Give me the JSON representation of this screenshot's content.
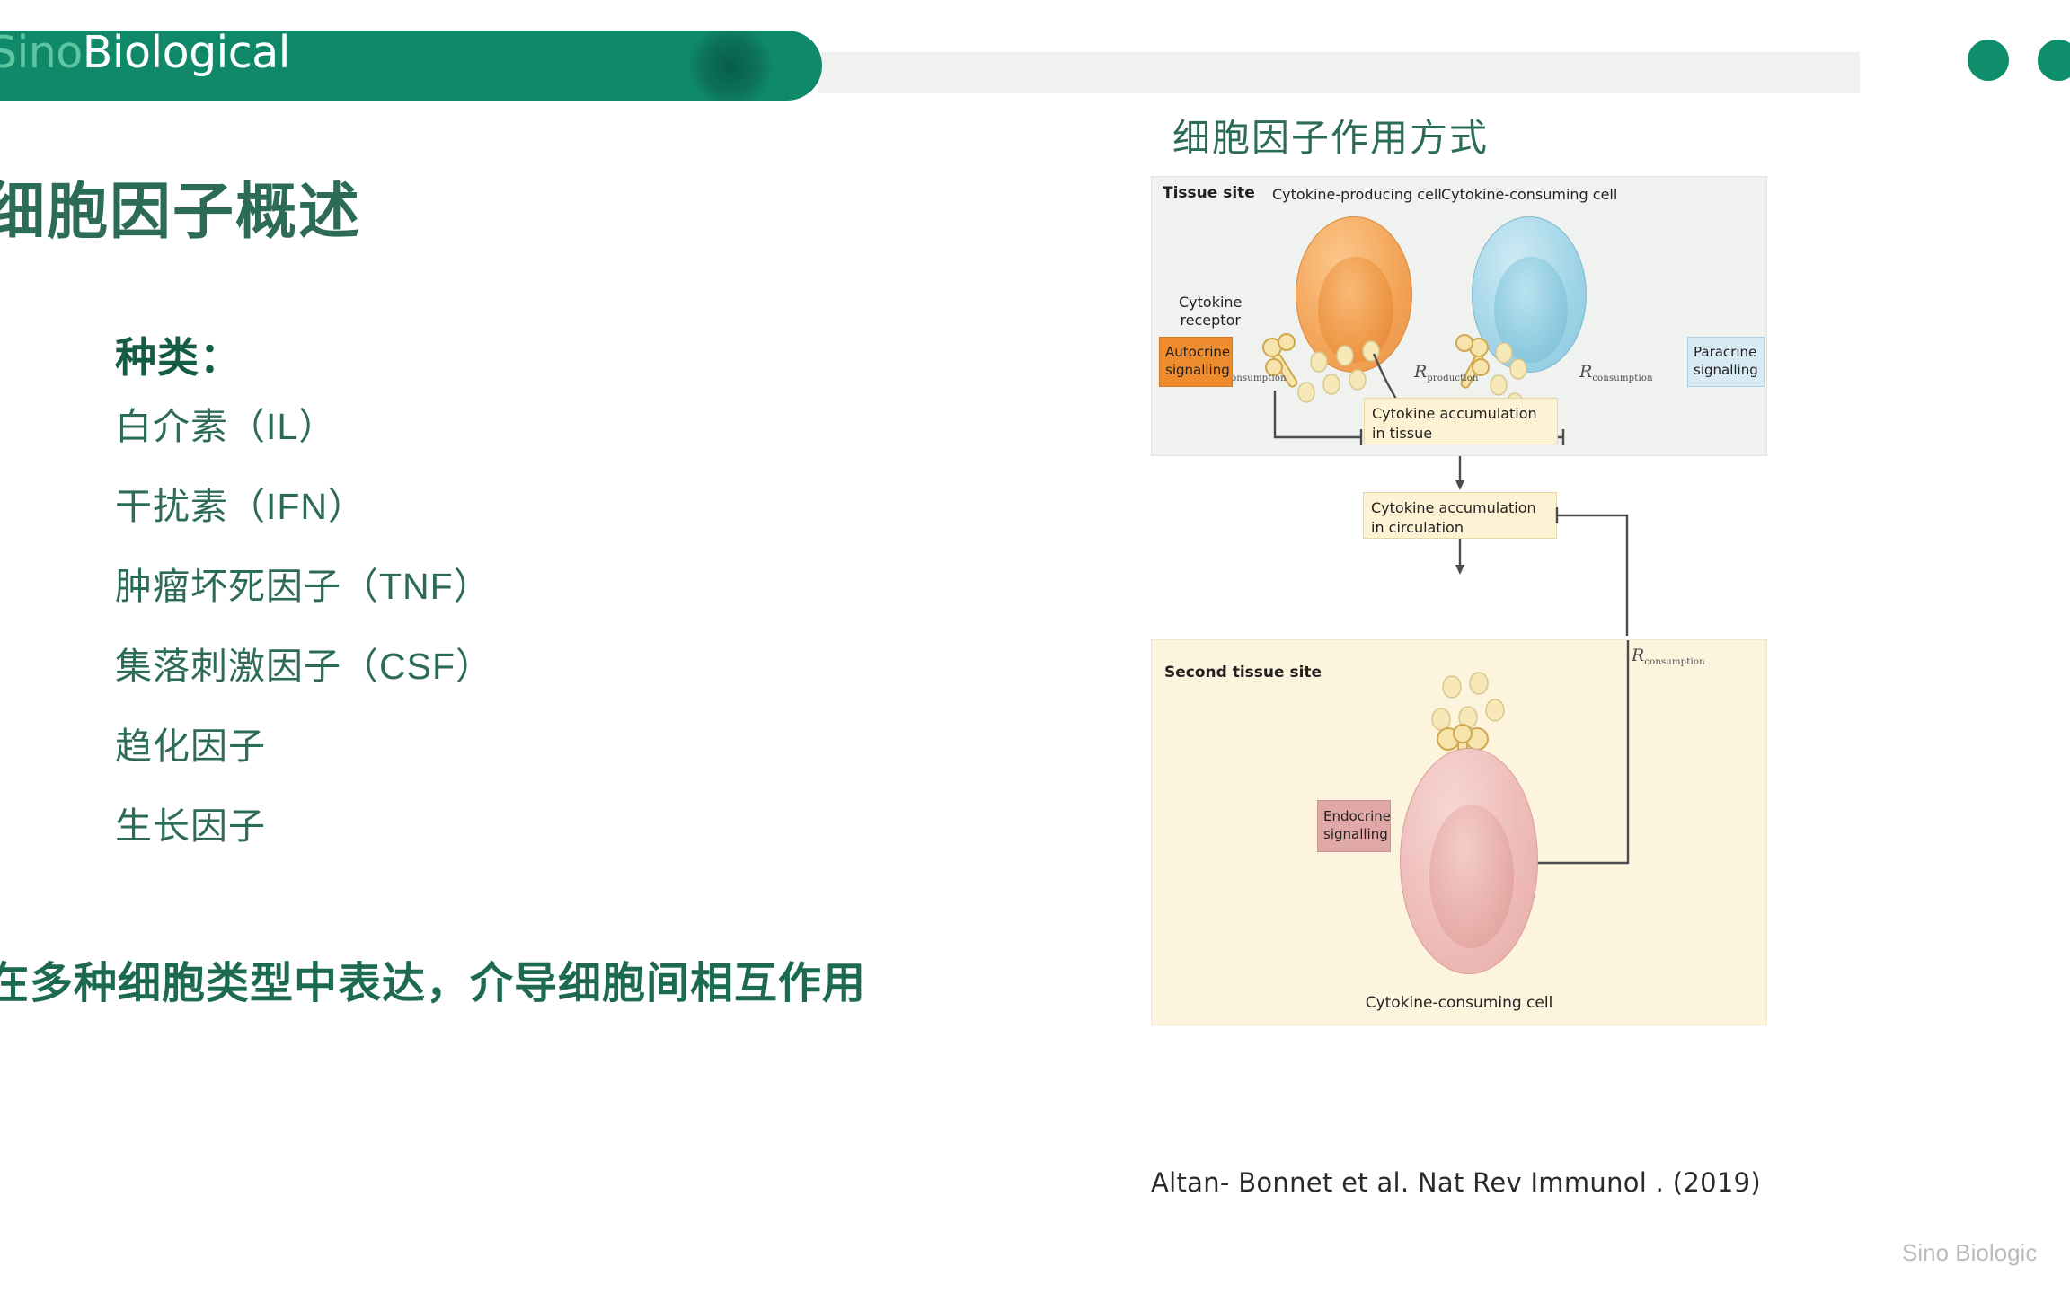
{
  "header": {
    "logo_sino": "Sino",
    "logo_biological": "Biological",
    "brand_color": "#10896b",
    "accent_color": "#5fc6a3"
  },
  "left": {
    "page_title": "细胞因子概述",
    "kinds_label": "种类：",
    "kinds": [
      "白介素（IL）",
      "干扰素（IFN）",
      "肿瘤坏死因子（TNF）",
      "集落刺激因子（CSF）",
      "趋化因子",
      "生长因子"
    ],
    "summary": "在多种细胞类型中表达，介导细胞间相互作用",
    "text_color": "#2c6b58"
  },
  "right": {
    "figure_heading": "细胞因子作用方式",
    "caption": "Altan- Bonnet et al. Nat Rev Immunol . (2019)",
    "figure": {
      "panel_top_label": "Tissue site",
      "panel_bottom_label": "Second tissue site",
      "cell_producing": "Cytokine-producing cell",
      "cell_consuming_top": "Cytokine-consuming cell",
      "cell_consuming_bottom": "Cytokine-consuming cell",
      "receptor_label": "Cytokine\nreceptor",
      "receptor_label_line1": "Cytokine",
      "receptor_label_line2": "receptor",
      "box_autocrine_line1": "Autocrine",
      "box_autocrine_line2": "signalling",
      "box_paracrine_line1": "Paracrine",
      "box_paracrine_line2": "signalling",
      "box_endocrine_line1": "Endocrine",
      "box_endocrine_line2": "signalling",
      "box_accumulation_tissue": "Cytokine accumulation in tissue",
      "box_accumulation_circulation": "Cytokine accumulation in circulation",
      "rate_symbol": "R",
      "rate_consumption": "consumption",
      "rate_production": "production",
      "colors": {
        "producing_cell": "#f4a65b",
        "consuming_cell": "#a3d6e8",
        "endocrine_cell": "#efbdb9",
        "autocrine_box": "#ee8c2d",
        "paracrine_box": "#d8eaf4",
        "endocrine_box": "#e0a9a7",
        "accumulation_box": "#fdf2d4",
        "panel_top_bg": "#f0f2ef",
        "panel_bottom_bg": "#fcf4dd"
      }
    }
  },
  "watermark": "Sino Biologic"
}
